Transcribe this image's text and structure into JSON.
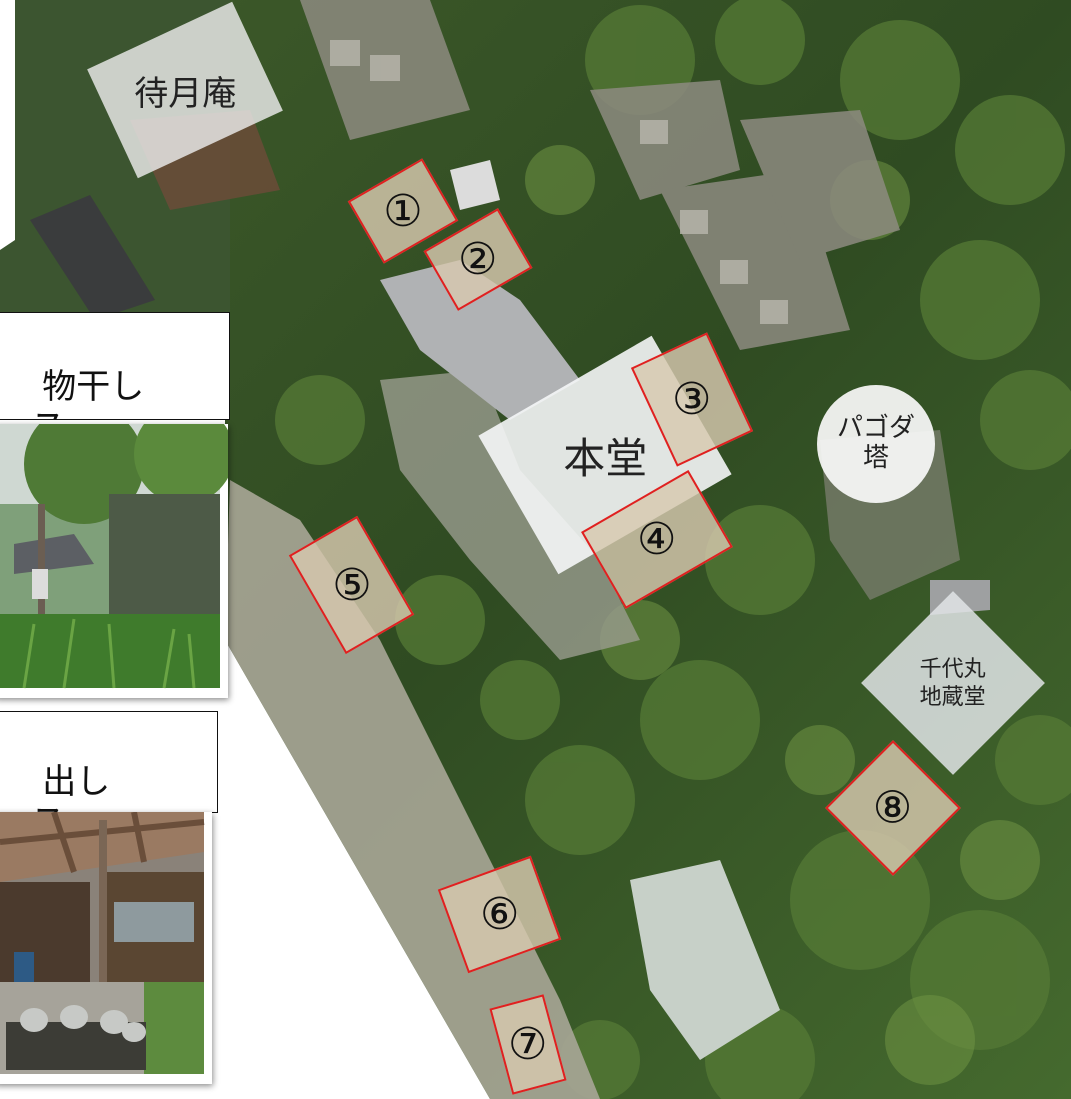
{
  "map": {
    "buildings": {
      "taigetsuan": "待月庵",
      "hondo": "本堂",
      "pagoda_line1": "パゴダ",
      "pagoda_line2": "塔",
      "jizodo": "千代丸\n地蔵堂"
    },
    "zones": [
      "①",
      "②",
      "③",
      "④",
      "⑤",
      "⑥",
      "⑦",
      "⑧"
    ],
    "zone_border_color": "#e02020"
  },
  "callouts": {
    "laundry": "物干し\nース",
    "outlet": "出し\nース"
  }
}
